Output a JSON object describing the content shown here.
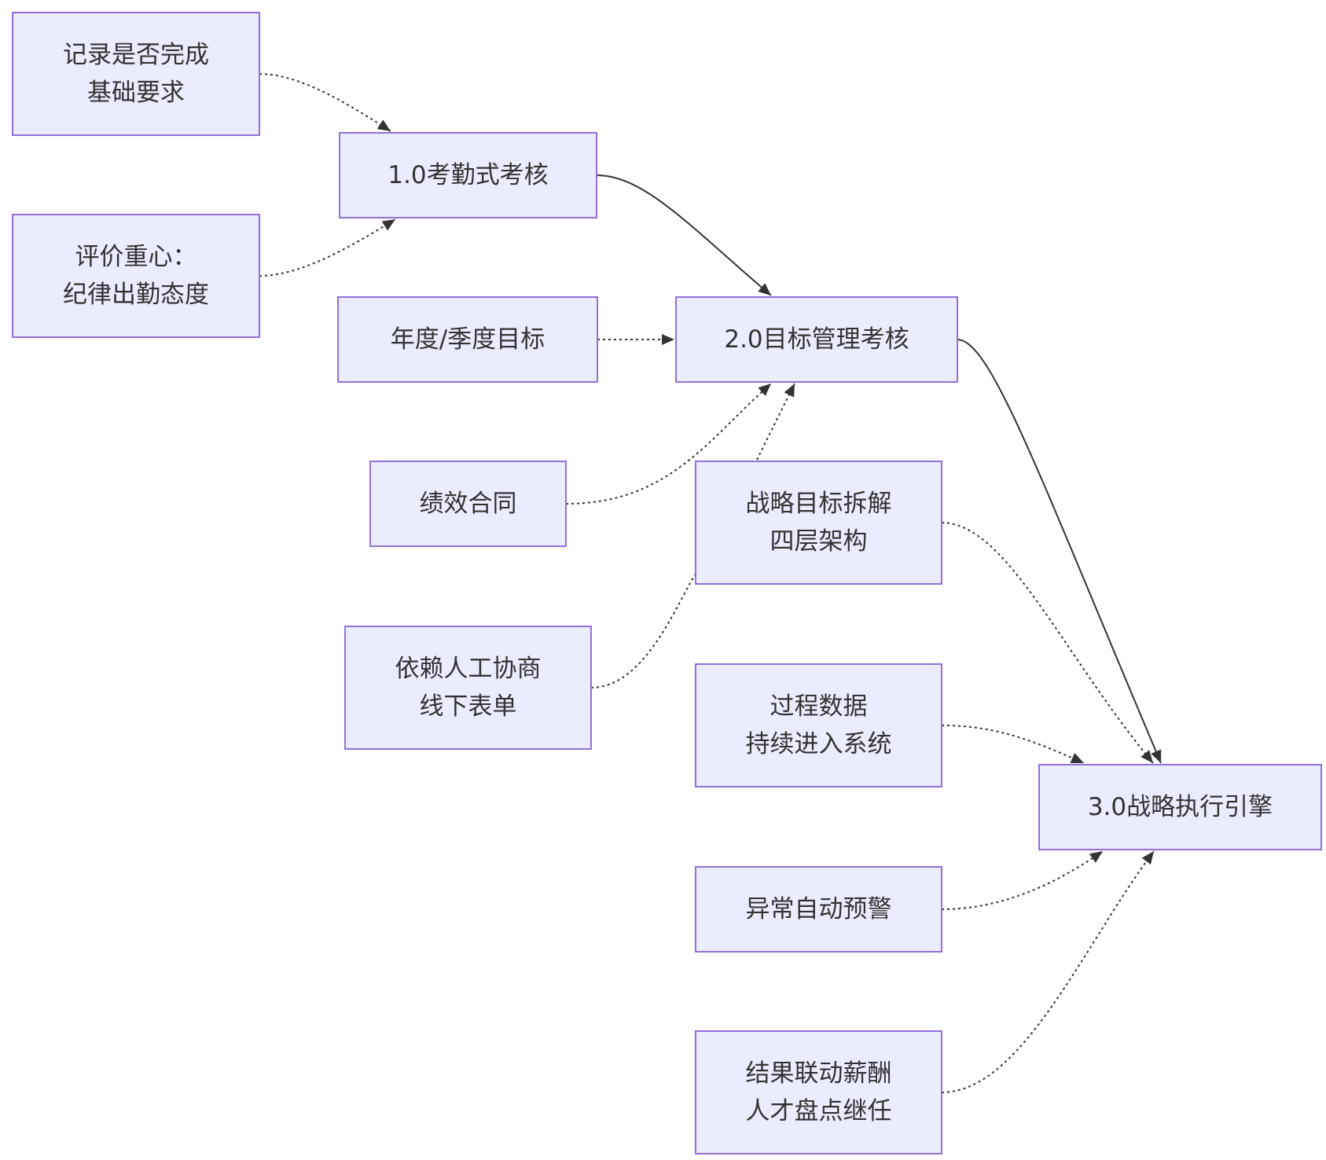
{
  "diagram": {
    "type": "flowchart",
    "nodes": [
      {
        "id": "v1",
        "lines": [
          "1.0考勤式考核"
        ]
      },
      {
        "id": "v2",
        "lines": [
          "2.0目标管理考核"
        ]
      },
      {
        "id": "v3",
        "lines": [
          "3.0战略执行引擎"
        ]
      },
      {
        "id": "n_record",
        "lines": [
          "记录是否完成",
          "基础要求"
        ]
      },
      {
        "id": "n_focus",
        "lines": [
          "评价重心：",
          "纪律出勤态度"
        ]
      },
      {
        "id": "n_goal",
        "lines": [
          "年度/季度目标"
        ]
      },
      {
        "id": "n_contract",
        "lines": [
          "绩效合同"
        ]
      },
      {
        "id": "n_manual",
        "lines": [
          "依赖人工协商",
          "线下表单"
        ]
      },
      {
        "id": "n_decomp",
        "lines": [
          "战略目标拆解",
          "四层架构"
        ]
      },
      {
        "id": "n_process",
        "lines": [
          "过程数据",
          "持续进入系统"
        ]
      },
      {
        "id": "n_alert",
        "lines": [
          "异常自动预警"
        ]
      },
      {
        "id": "n_link",
        "lines": [
          "结果联动薪酬",
          "人才盘点继任"
        ]
      }
    ],
    "edges": [
      {
        "from": "n_record",
        "to": "v1",
        "style": "dotted"
      },
      {
        "from": "n_focus",
        "to": "v1",
        "style": "dotted"
      },
      {
        "from": "v1",
        "to": "v2",
        "style": "solid"
      },
      {
        "from": "n_goal",
        "to": "v2",
        "style": "dotted"
      },
      {
        "from": "n_contract",
        "to": "v2",
        "style": "dotted"
      },
      {
        "from": "n_manual",
        "to": "v2",
        "style": "dotted"
      },
      {
        "from": "v2",
        "to": "v3",
        "style": "solid"
      },
      {
        "from": "n_decomp",
        "to": "v3",
        "style": "dotted"
      },
      {
        "from": "n_process",
        "to": "v3",
        "style": "dotted"
      },
      {
        "from": "n_alert",
        "to": "v3",
        "style": "dotted"
      },
      {
        "from": "n_link",
        "to": "v3",
        "style": "dotted"
      }
    ],
    "colors": {
      "node_fill": "#ECECFF",
      "node_stroke": "#9370DB",
      "text": "#333333",
      "edge": "#333333"
    }
  }
}
